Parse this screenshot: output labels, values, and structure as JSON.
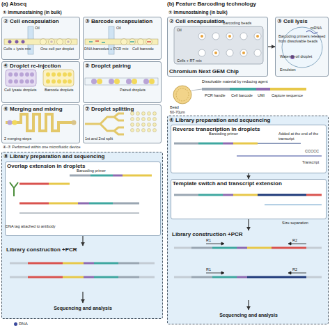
{
  "diagram": {
    "nodes": [
      {
        "text": [
          "(a) Abseq"
        ]
      },
      {
        "text": [
          "① Immunostaining (in bulk)"
        ],
        "in": 0
      },
      {
        "text": [
          "② Cell encapsulation"
        ],
        "in": 0
      },
      {
        "text": [
          "③ Barcode encapsulation"
        ],
        "in": 0
      },
      {
        "text": [
          "④ Droplet re-injection"
        ],
        "in": 0
      },
      {
        "text": [
          "⑤ Droplet pairing"
        ],
        "in": 0
      },
      {
        "text": [
          "⑥ Merging and mixing"
        ],
        "in": 0
      },
      {
        "text": [
          "⑦ Droplet splitting"
        ],
        "in": 0
      },
      {
        "text": [
          "⑧ Library preparation and sequencing"
        ],
        "in": 0
      },
      {
        "text": [
          "Overlap extension in droplets"
        ],
        "in": 8
      },
      {
        "text": [
          "Library construction +PCR"
        ],
        "in": 8
      },
      {
        "text": [
          "Sequencing and analysis"
        ],
        "in": 8
      },
      {
        "text": [
          "(b) Feature Barcoding technology"
        ]
      },
      {
        "text": [
          "① Immunostaining (in bulk)"
        ],
        "in": 12
      },
      {
        "text": [
          "② Cell encapsulation",
          "Chromium Next GEM Chip"
        ],
        "in": 12
      },
      {
        "text": [
          "③ Cell lysis"
        ],
        "in": 12
      },
      {
        "text": [
          "④ Library preparation and sequencing"
        ],
        "in": 12
      },
      {
        "text": [
          "Reverse transcription in droplets"
        ],
        "in": 16
      },
      {
        "text": [
          "Template switch and transcript extension"
        ],
        "in": 16
      },
      {
        "text": [
          "Library construction +PCR"
        ],
        "in": 16
      },
      {
        "text": [
          "Sequencing and analysis"
        ],
        "in": 16
      }
    ],
    "edges": [
      {
        "from": 9,
        "to": 10,
        "arrow": "to"
      },
      {
        "from": 10,
        "to": 11,
        "arrow": "to"
      },
      {
        "from": 14,
        "to": 15,
        "arrow": "to"
      },
      {
        "from": 17,
        "to": 18,
        "arrow": "to"
      },
      {
        "from": 18,
        "to": 19,
        "arrow": "to"
      },
      {
        "from": 19,
        "to": 20,
        "arrow": "to"
      }
    ],
    "labels": [
      "Oil",
      "Cells + lysis mix",
      "One cell per droplet",
      "Oil",
      "DNA barcodes + PCR mix",
      "Cell barcode",
      "Cell lysate droplets",
      "Barcode droplets",
      "Paired droplets",
      "2 merging steps",
      "1st and 2nd split",
      "④-⑦ Performed within one microfluidic device",
      "Barcoding primer",
      "DNA tag attached to antibody",
      "Barcoding beads",
      "Oil",
      "Cells + RT mix",
      "Emulsion",
      "mRNA",
      "Barcoding primers released from dissolvable beads",
      "Water-in-oil droplet",
      "Bead",
      "60-70μm",
      "Dissolvable material by reducing agent",
      "PCR handle",
      "Cell barcode",
      "UMI",
      "Capture sequence",
      "Barcoding primer",
      "Added at the end of the transcript",
      "CCCCC",
      "Transcript",
      "Size separation",
      "R1",
      "R2",
      "R1",
      "R2"
    ],
    "legend": [
      {
        "text": "RNA",
        "color": "#3b4a9c"
      }
    ]
  }
}
